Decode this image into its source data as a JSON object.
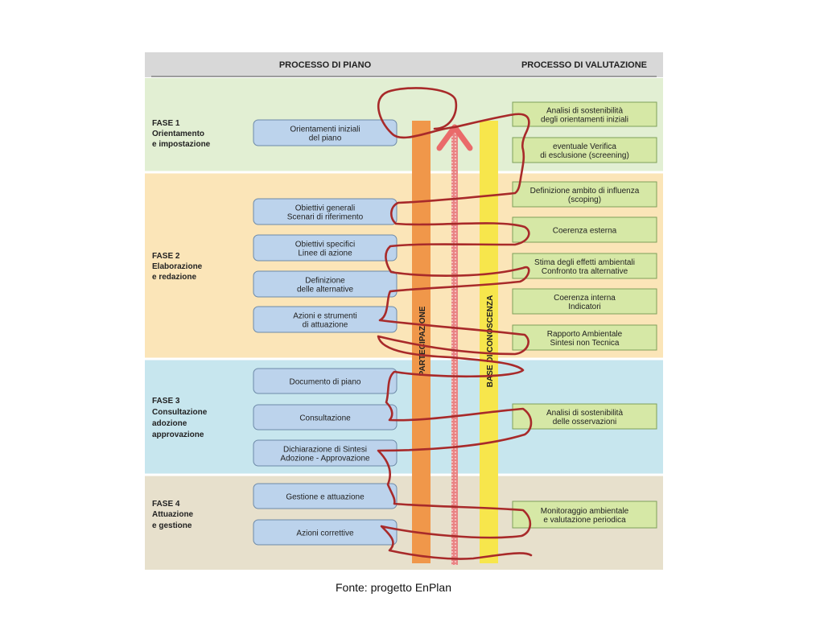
{
  "header": {
    "left": "PROCESSO DI PIANO",
    "right": "PROCESSO DI VALUTAZIONE"
  },
  "phases": [
    {
      "id": "fase1",
      "lines": [
        "FASE 1",
        "Orientamento",
        "e impostazione"
      ],
      "color": "#e2efd3"
    },
    {
      "id": "fase2",
      "lines": [
        "FASE 2",
        "Elaborazione",
        "e redazione"
      ],
      "color": "#fbe5b8"
    },
    {
      "id": "fase3",
      "lines": [
        "FASE 3",
        "Consultazione",
        "adozione",
        "approvazione"
      ],
      "color": "#c7e6ee"
    },
    {
      "id": "fase4",
      "lines": [
        "FASE 4",
        "Attuazione",
        "e gestione"
      ],
      "color": "#e7e0cc"
    }
  ],
  "plan_steps": [
    {
      "id": "orientamenti",
      "lines": [
        "Orientamenti iniziali",
        "del piano"
      ]
    },
    {
      "id": "obiettivi-generali",
      "lines": [
        "Obiettivi generali",
        "Scenari di riferimento"
      ]
    },
    {
      "id": "obiettivi-specifici",
      "lines": [
        "Obiettivi specifici",
        "Linee di azione"
      ]
    },
    {
      "id": "definizione-alternative",
      "lines": [
        "Definizione",
        "delle alternative"
      ]
    },
    {
      "id": "azioni-strumenti",
      "lines": [
        "Azioni e strumenti",
        "di attuazione"
      ]
    },
    {
      "id": "documento-piano",
      "lines": [
        "Documento di piano"
      ]
    },
    {
      "id": "consultazione",
      "lines": [
        "Consultazione"
      ]
    },
    {
      "id": "dichiarazione-sintesi",
      "lines": [
        "Dichiarazione di Sintesi",
        "Adozione - Approvazione"
      ]
    },
    {
      "id": "gestione-attuazione",
      "lines": [
        "Gestione e attuazione"
      ]
    },
    {
      "id": "azioni-correttive",
      "lines": [
        "Azioni correttive"
      ]
    }
  ],
  "evaluation_steps": [
    {
      "id": "analisi-sostenibilita-orientamenti",
      "lines": [
        "Analisi di sostenibilità",
        "degli orientamenti iniziali"
      ]
    },
    {
      "id": "verifica-esclusione",
      "lines": [
        "eventuale Verifica",
        "di esclusione (screening)"
      ]
    },
    {
      "id": "ambito-influenza",
      "lines": [
        "Definizione ambito di influenza",
        "(scoping)"
      ]
    },
    {
      "id": "coerenza-esterna",
      "lines": [
        "Coerenza esterna"
      ]
    },
    {
      "id": "stima-effetti",
      "lines": [
        "Stima degli effetti ambientali",
        "Confronto tra alternative"
      ]
    },
    {
      "id": "coerenza-interna",
      "lines": [
        "Coerenza interna",
        "Indicatori"
      ]
    },
    {
      "id": "rapporto-ambientale",
      "lines": [
        "Rapporto Ambientale",
        "Sintesi non Tecnica"
      ]
    },
    {
      "id": "analisi-osservazioni",
      "lines": [
        "Analisi di sostenibilità",
        "delle osservazioni"
      ]
    },
    {
      "id": "monitoraggio",
      "lines": [
        "Monitoraggio ambientale",
        "e valutazione periodica"
      ]
    }
  ],
  "bars": {
    "partecipazione": {
      "label": "PARTECIPAZIONE",
      "color": "#f0974a"
    },
    "base_conoscenza": {
      "label": "BASE DI CONOSCENZA",
      "color": "#f7e64c"
    },
    "arrow_color": "#ea6a6a"
  },
  "colors": {
    "plan_box_fill": "#bcd3ec",
    "plan_box_stroke": "#6d8aa8",
    "eval_box_fill": "#d6e8a6",
    "eval_box_stroke": "#7fa05a",
    "thread": "#a82a2a",
    "header_line": "#7a7a7a"
  },
  "caption": "Fonte: progetto EnPlan"
}
